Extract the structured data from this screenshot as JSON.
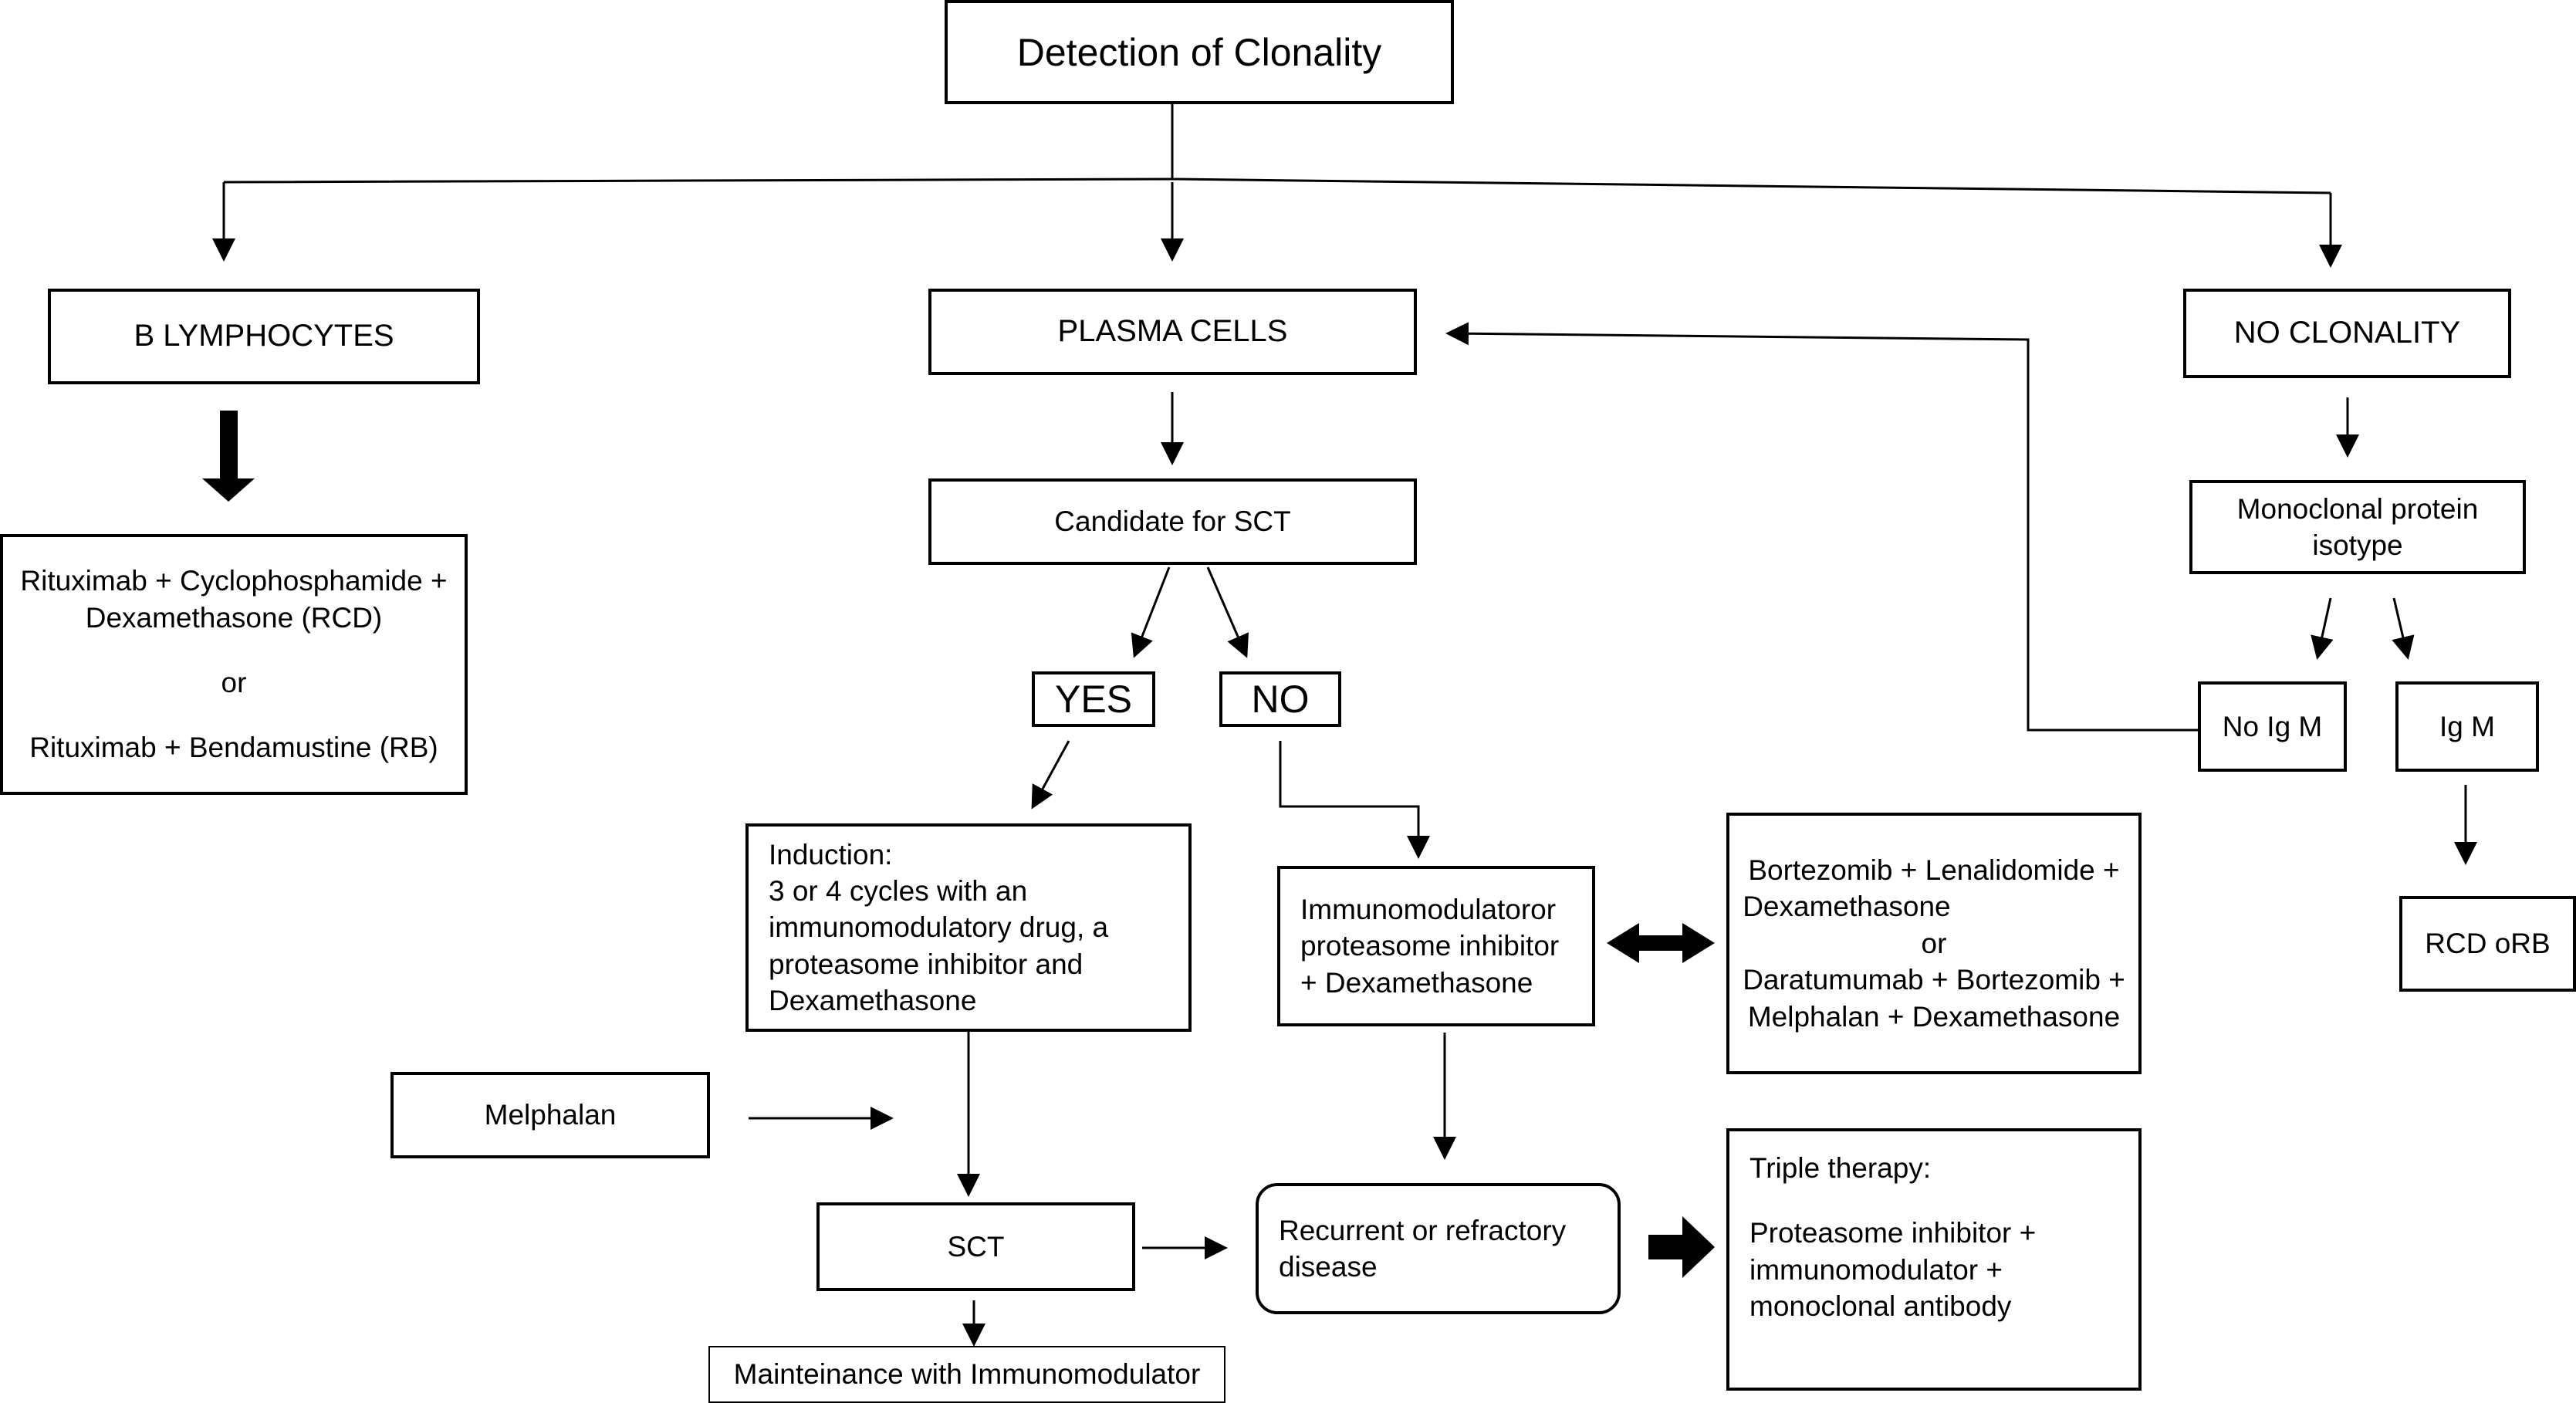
{
  "nodes": {
    "detection": "Detection of Clonality",
    "b_lymphocytes": "B LYMPHOCYTES",
    "plasma_cells": "PLASMA CELLS",
    "no_clonality": "NO CLONALITY",
    "b_treatment": [
      "Rituximab + Cyclophosphamide +",
      "Dexamethasone (RCD)",
      "",
      "or",
      "",
      "Rituximab + Bendamustine (RB)"
    ],
    "candidate_sct": "Candidate for SCT",
    "yes": "YES",
    "no": "NO",
    "induction": [
      "Induction:",
      "3 or 4 cycles with an",
      "immunomodulatory drug, a",
      "proteasome inhibitor and",
      "Dexamethasone"
    ],
    "immuno_or_pi": [
      "Immunomodulatoror",
      "proteasome inhibitor",
      "+ Dexamethasone"
    ],
    "combos": [
      "Bortezomib + Lenalidomide +",
      "Dexamethasone",
      "or",
      "Daratumumab + Bortezomib +",
      "Melphalan + Dexamethasone"
    ],
    "melphalan": "Melphalan",
    "sct": "SCT",
    "maintenance": "Mainteinance with Immunomodulator",
    "recurrent": [
      "Recurrent or refractory",
      "disease"
    ],
    "triple": [
      "Triple therapy:",
      "",
      "Proteasome inhibitor +",
      "immunomodulator +",
      "monoclonal antibody"
    ],
    "mono_isotype": [
      "Monoclonal protein",
      "isotype"
    ],
    "no_igm": "No Ig M",
    "igm": "Ig M",
    "rcd_orb": "RCD oRB"
  },
  "colors": {
    "line": "#000000",
    "box_border": "#000000",
    "background": "#ffffff"
  }
}
